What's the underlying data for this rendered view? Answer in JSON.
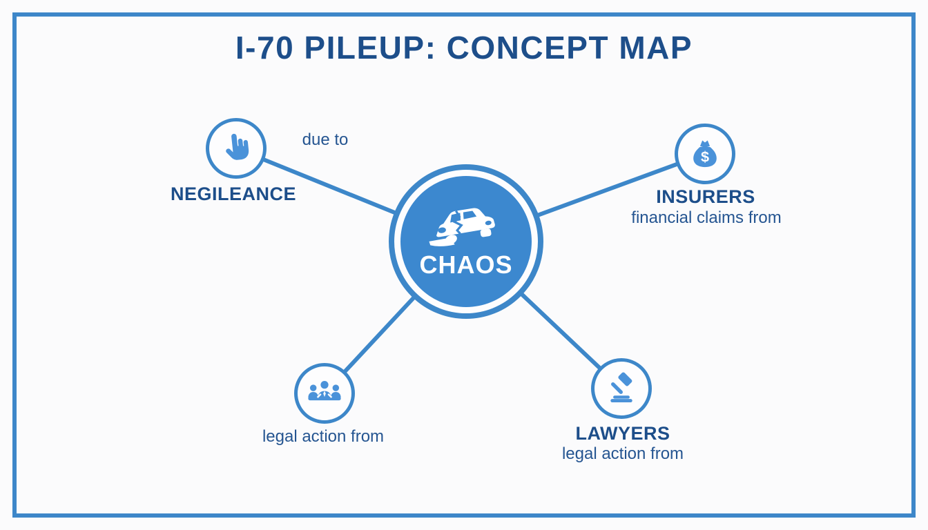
{
  "page": {
    "title": "I-70 PILEUP: CONCEPT MAP"
  },
  "colors": {
    "accent_blue": "#3d87c9",
    "icon_blue": "#4a92d9",
    "center_disk_blue": "#3c88cf",
    "text_navy": "#1d4e8a",
    "background": "#fbfbfc"
  },
  "center_node": {
    "label": "CHAOS",
    "icon": "car-crash-icon"
  },
  "nodes": [
    {
      "id": "negligence",
      "title": "NEGILEANCE",
      "edge_label": "due to",
      "icon": "pointing-hand-icon"
    },
    {
      "id": "insurers",
      "title": "INSURERS",
      "subtitle": "financial claims from",
      "icon": "money-bag-icon"
    },
    {
      "id": "crash-victims",
      "subtitle": "legal action from",
      "icon": "people-meeting-icon"
    },
    {
      "id": "lawyers",
      "title": "LAWYERS",
      "subtitle": "legal action from",
      "icon": "gavel-icon"
    }
  ],
  "icons": {
    "dollar_sign": "$"
  }
}
